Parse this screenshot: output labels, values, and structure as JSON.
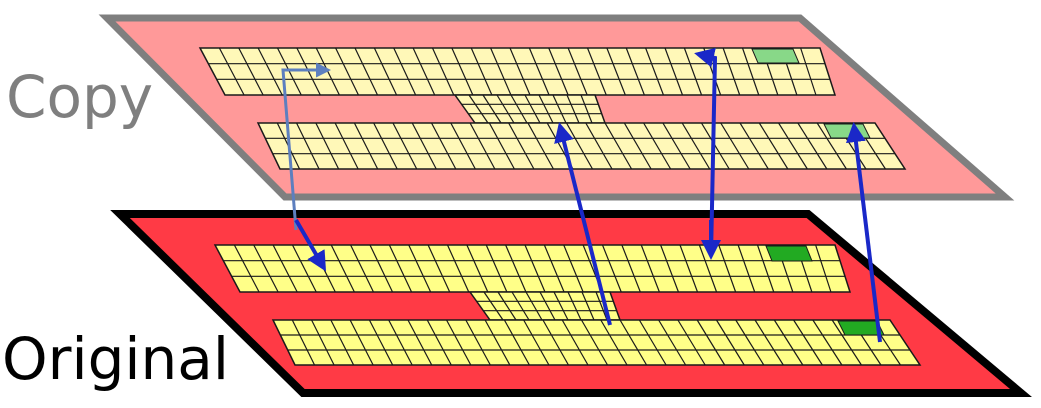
{
  "labels": {
    "copy": "Copy",
    "original": "Original"
  },
  "colors": {
    "copy_border": "#7f7f7f",
    "copy_fill": "#ff9999",
    "copy_cell": "#fff8b8",
    "copy_target": "#88d888",
    "original_border": "#000000",
    "original_fill": "#ff3a45",
    "original_cell": "#ffff88",
    "original_target": "#22aa22",
    "grid_line": "#1a1a1a",
    "arrow_copy": "#5d7fbf",
    "arrow_original": "#1a28c8"
  },
  "grid": {
    "top_band": {
      "rows": 3,
      "cols": 32
    },
    "middle_band": {
      "rows": 3,
      "cols": 10
    },
    "bottom_band": {
      "rows": 3,
      "cols": 32
    }
  }
}
